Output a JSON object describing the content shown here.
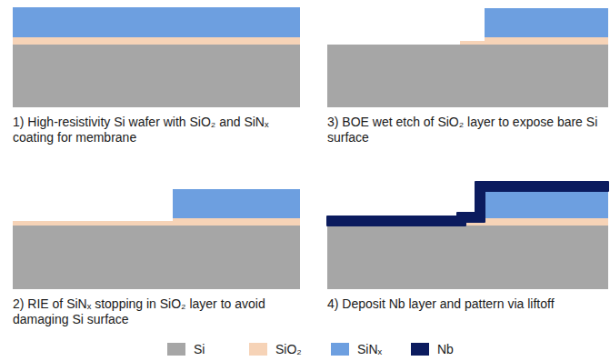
{
  "diagram": {
    "labels": [
      "1) High-resistivity Si wafer with SiO₂ and SiNₓ coating for membrane",
      "2) RIE of SiNₓ stopping in SiO₂ layer to avoid damaging Si surface",
      "3) BOE wet etch of SiO₂ layer to expose bare Si surface",
      "4) Deposit Nb layer and pattern via liftoff"
    ],
    "legend": [
      {
        "text": "Si",
        "color": "#a6a6a6"
      },
      {
        "text": "SiO₂",
        "color": "#f6d3b7"
      },
      {
        "text": "SiNₓ",
        "color": "#6d9fe0"
      },
      {
        "text": "Nb",
        "color": "#0b1b5e"
      }
    ]
  }
}
